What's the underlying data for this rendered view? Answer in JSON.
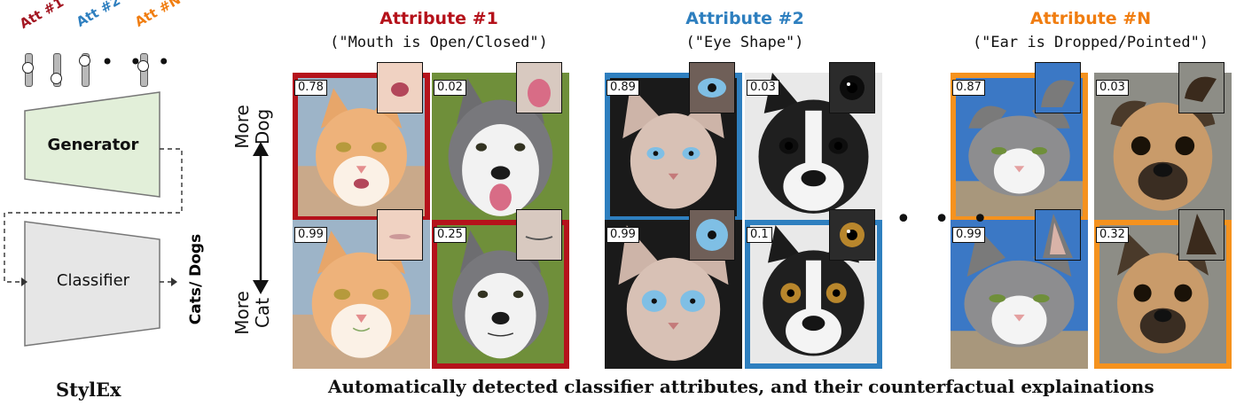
{
  "left_panel": {
    "attribute_labels": [
      {
        "text": "Att #1",
        "color": "#a31621"
      },
      {
        "text": "Att #2",
        "color": "#2e7fbf"
      },
      {
        "text": "Att #N",
        "color": "#f07d10"
      }
    ],
    "generator_label": "Generator",
    "classifier_label": "Classifier",
    "classifier_output_label": "Cats/ Dogs",
    "system_name": "StylEx",
    "colors": {
      "generator_fill": "#e2efd9",
      "classifier_fill": "#e6e6e6"
    }
  },
  "axis": {
    "top_label": "More\nDog",
    "bottom_label": "More\nCat"
  },
  "attributes": [
    {
      "title": "Attribute #1",
      "description": "(\"Mouth is Open/Closed\")",
      "color": "#b5121b",
      "tiles": [
        {
          "row": "top",
          "animal": "cat",
          "prob": "0.78",
          "framed": true
        },
        {
          "row": "top",
          "animal": "husky",
          "prob": "0.02",
          "framed": false
        },
        {
          "row": "bottom",
          "animal": "cat",
          "prob": "0.99",
          "framed": false
        },
        {
          "row": "bottom",
          "animal": "husky",
          "prob": "0.25",
          "framed": true
        }
      ]
    },
    {
      "title": "Attribute #2",
      "description": "(\"Eye Shape\")",
      "color": "#2e7fbf",
      "tiles": [
        {
          "row": "top",
          "animal": "sphynx",
          "prob": "0.89",
          "framed": true
        },
        {
          "row": "top",
          "animal": "bulldog",
          "prob": "0.03",
          "framed": false
        },
        {
          "row": "bottom",
          "animal": "sphynx",
          "prob": "0.99",
          "framed": false
        },
        {
          "row": "bottom",
          "animal": "bulldog",
          "prob": "0.1",
          "framed": true
        }
      ]
    },
    {
      "title": "Attribute #N",
      "description": "(\"Ear is Dropped/Pointed\")",
      "color": "#f07d10",
      "tiles": [
        {
          "row": "top",
          "animal": "graycat",
          "prob": "0.87",
          "framed": true
        },
        {
          "row": "top",
          "animal": "pug",
          "prob": "0.03",
          "framed": false
        },
        {
          "row": "bottom",
          "animal": "graycat",
          "prob": "0.99",
          "framed": false
        },
        {
          "row": "bottom",
          "animal": "pug",
          "prob": "0.32",
          "framed": true
        }
      ]
    }
  ],
  "caption": "Automatically detected classifier attributes, and their counterfactual explainations"
}
